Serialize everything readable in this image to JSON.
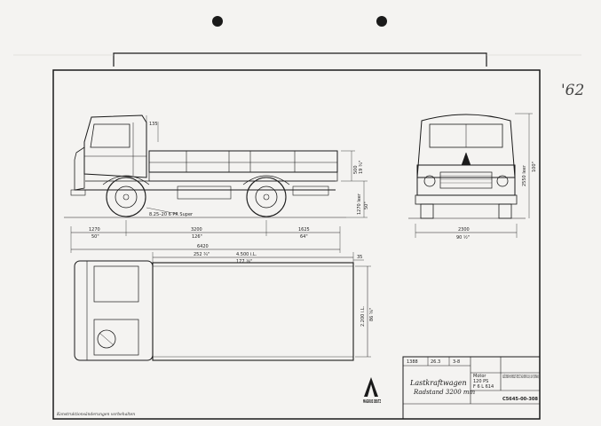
{
  "margin_note": "'62",
  "side_view": {
    "dim_top": "135",
    "dim_tire": "8.25–20 6 PR Super",
    "dim_front_overhang": "1270",
    "dim_front_overhang_in": "50\"",
    "dim_wheelbase": "3200",
    "dim_wheelbase_in": "126\"",
    "dim_rear_overhang": "1625",
    "dim_rear_overhang_in": "64\"",
    "dim_total": "6420",
    "dim_total_in": "252 ¾\"",
    "dim_side_height_a": "500",
    "dim_side_height_a_in": "19 ¾\"",
    "dim_loading_height": "1270 leer",
    "dim_loading_height_in": "50\""
  },
  "front_view": {
    "dim_height": "2550 leer",
    "dim_height_in": "100\"",
    "dim_width": "2300",
    "dim_width_in": "90 ½\""
  },
  "top_view": {
    "dim_platform_length": "4.500 i.L.",
    "dim_platform_length_in": "177 ⅛\"",
    "dim_platform_width": "2.200 i.L.",
    "dim_platform_width_in": "86 ⅝\"",
    "dim_small": "35"
  },
  "title_block": {
    "title_line1": "Lastkraftwagen",
    "title_line2": "Radstand 3200 mm",
    "drawing_number": "C5645-00-308",
    "company": "KLÖCKNER-HUMBOLDT-DEUTZ AG WERK ULM, ULM (DONAU)",
    "motor_label": "Motor",
    "motor_value": "120 PS",
    "motor_type": "F 6 L 614",
    "logo_text": "MAGIRUS DEUTZ",
    "cell_a": "1388",
    "cell_b": "26.3",
    "cell_c": "3-8"
  },
  "footer_note": "Konstruktionsänderungen vorbehalten"
}
